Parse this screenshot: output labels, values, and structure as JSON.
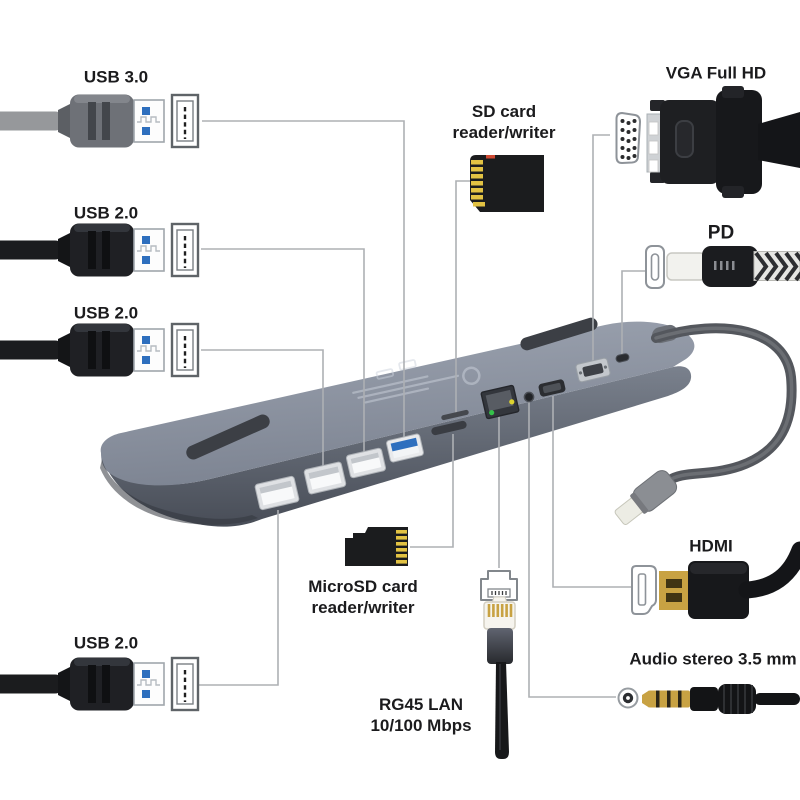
{
  "figure": {
    "type": "product-port-diagram",
    "subject": "USB Type-C multi-port hub",
    "background": "#ffffff"
  },
  "labels": {
    "usb3": "USB 3.0",
    "usb2_top": "USB 2.0",
    "usb2_mid": "USB 2.0",
    "usb2_bottom": "USB 2.0",
    "sd_line1": "SD card",
    "sd_line2": "reader/writer",
    "microsd_line1": "MicroSD card",
    "microsd_line2": "reader/writer",
    "vga": "VGA Full HD",
    "pd": "PD",
    "hdmi": "HDMI",
    "audio": "Audio stereo 3.5 mm",
    "lan_line1": "RG45 LAN",
    "lan_line2": "10/100 Mbps"
  },
  "icons": {
    "usb_a_port_icon": "USB-A receptacle outline with dashed tongue",
    "usb3_plug_icon": "gray USB-A cable connector",
    "usb2_plug_icon": "black USB-A cable connector",
    "sd_card_icon": "black SD memory card with gold contacts",
    "microsd_card_icon": "black microSD memory card with gold contacts",
    "vga_port_icon": "DE-15 female outline with 15 pin holes",
    "vga_plug_icon": "black VGA cable connector",
    "usb_c_port_icon": "USB-C receptacle outline",
    "usb_c_plug_icon": "black USB-C connector with braided cable",
    "hdmi_port_icon": "HDMI receptacle outline",
    "hdmi_plug_icon": "black HDMI connector with gold tip",
    "audio_jack_icon": "3.5 mm jack ring with center dot",
    "audio_plug_icon": "4-pole 3.5 mm gold plug",
    "rj45_port_icon": "RJ45 socket outline",
    "rj45_plug_icon": "RJ45 connector with cable",
    "hub_device_icon": "gray slate docking hub with attached USB-C cable",
    "brand_logo_icon": "faint circular logo printed on hub"
  },
  "colors": {
    "label_text": "#1b1b1d",
    "callout_line": "#adb0b4",
    "device_top": "#98a0ad",
    "device_side": "#5a606c",
    "rubber_strip": "#3c3f45",
    "usb3_blue": "#2e6fbe",
    "gold": "#c8a243",
    "cable_black": "#17181a",
    "cable_gray": "#96989b",
    "led_green": "#35c24a",
    "led_yellow": "#ddd32f"
  }
}
